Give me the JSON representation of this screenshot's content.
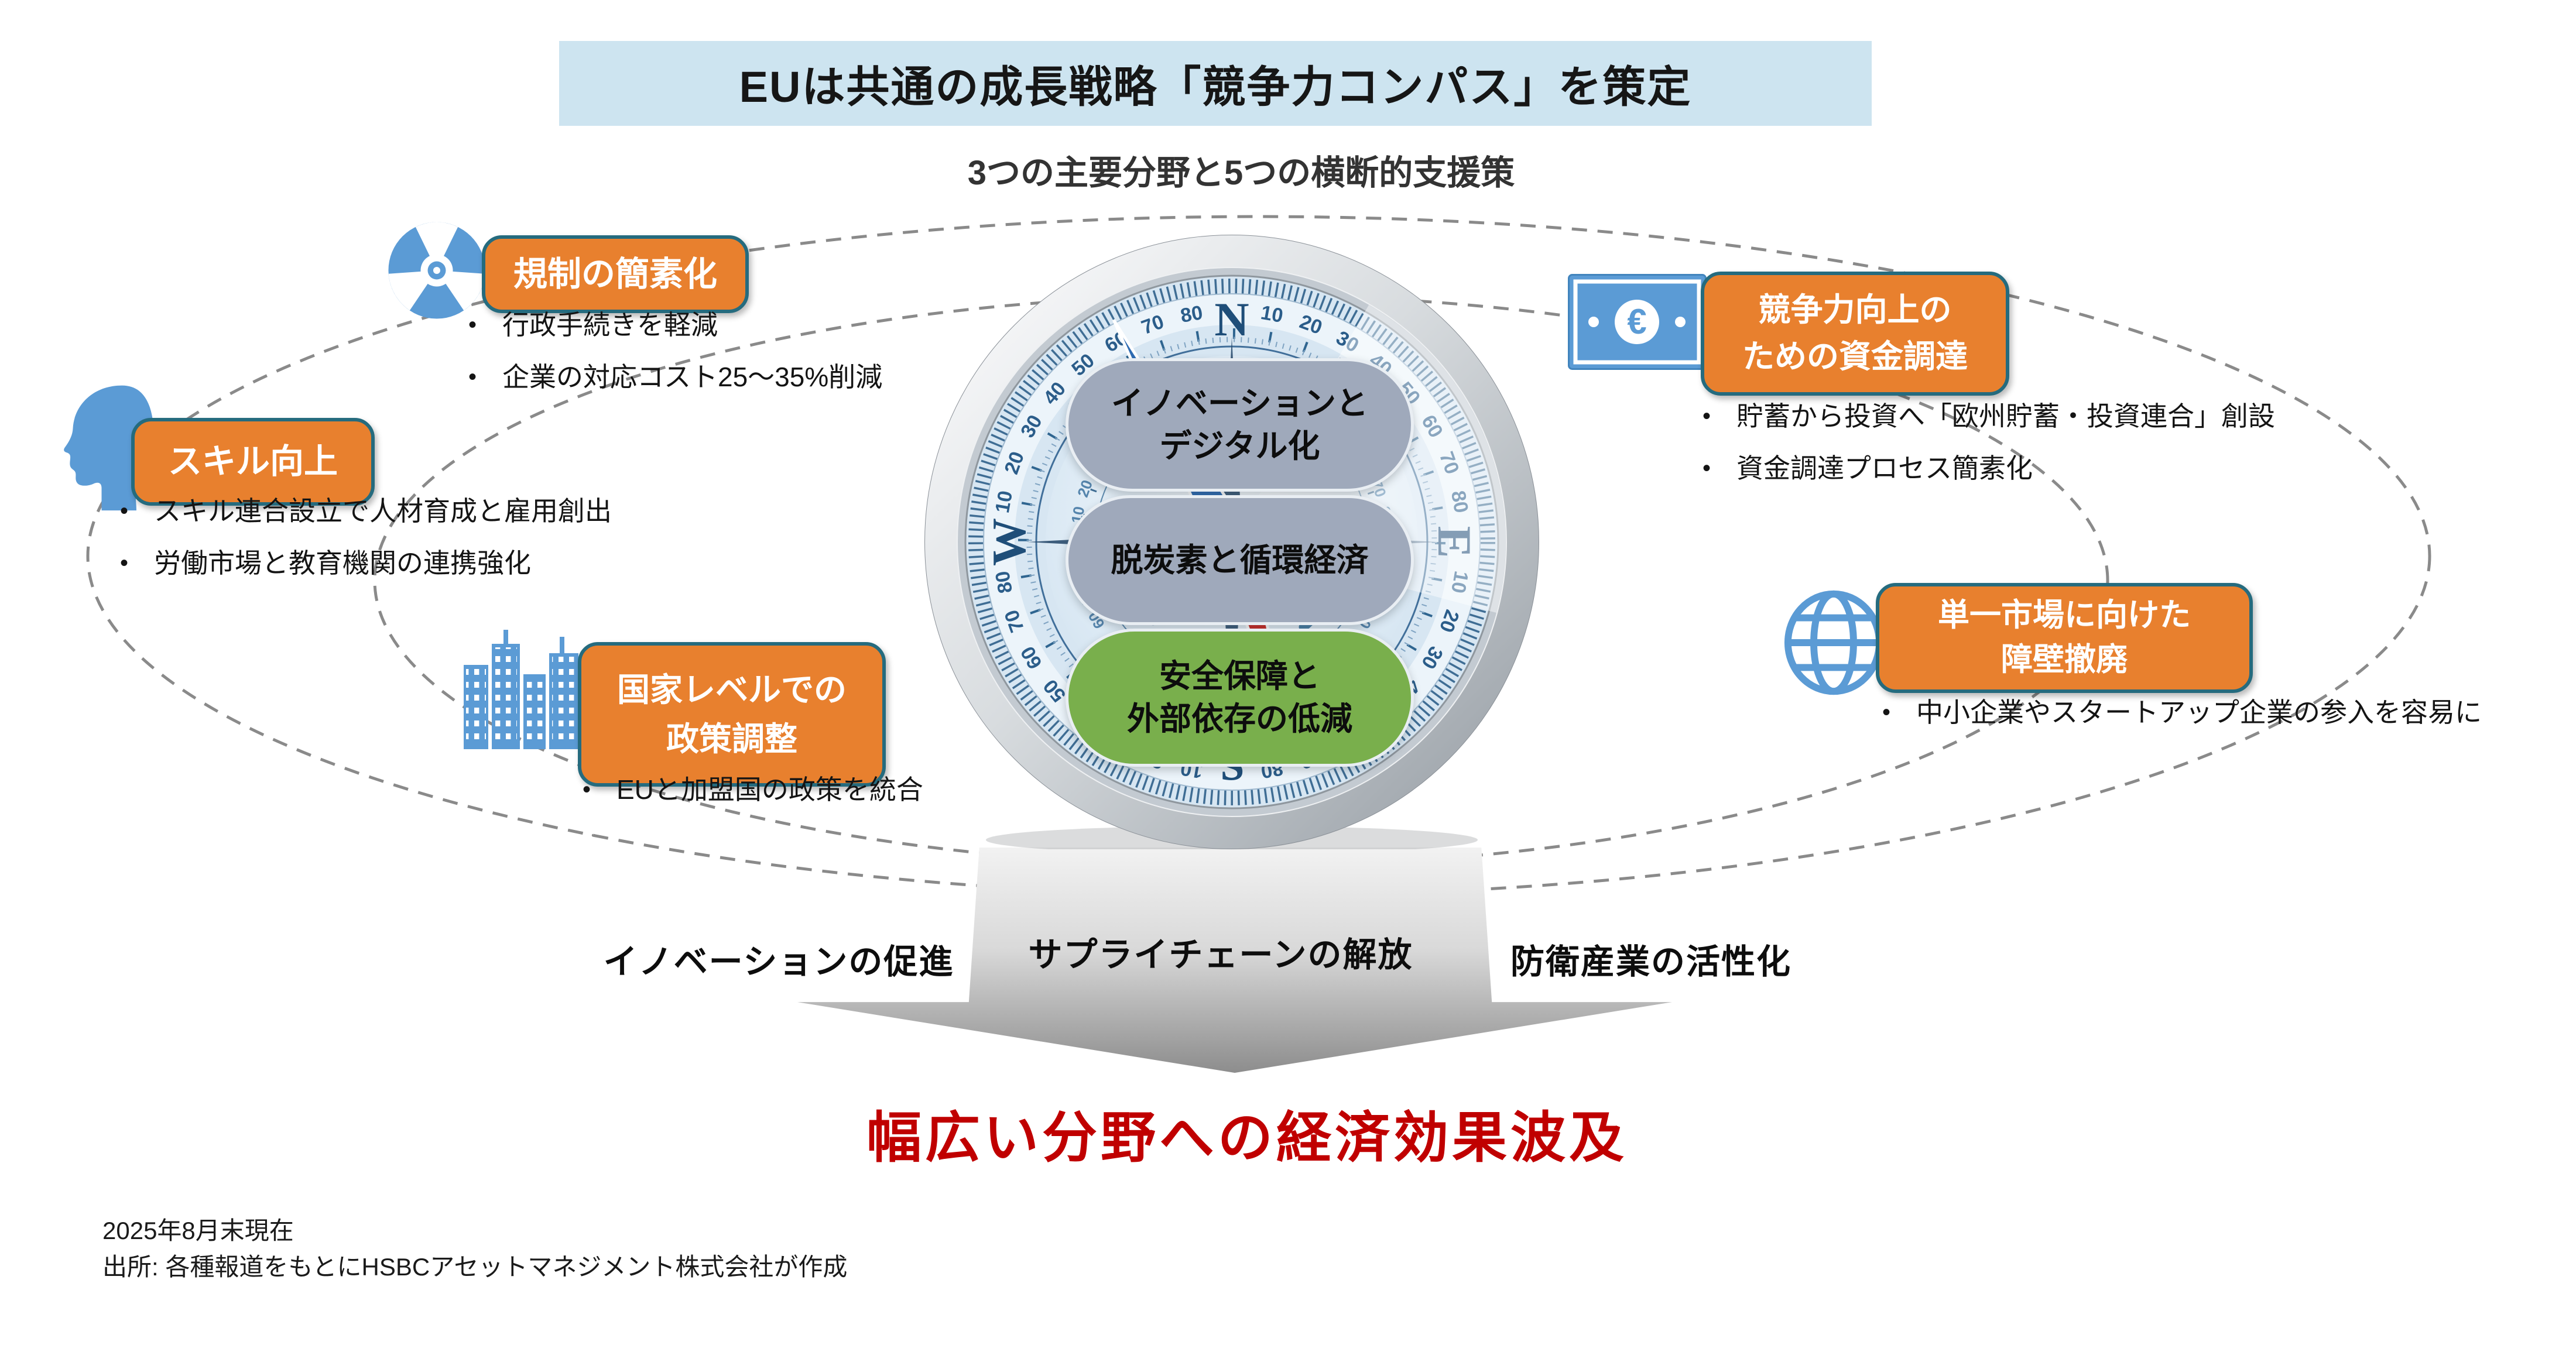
{
  "title": "EUは共通の成長戦略「競争力コンパス」を策定",
  "subtitle": "3つの主要分野と5つの横断的支援策",
  "ui": {
    "bullet_char": "•"
  },
  "colors": {
    "title_bg": "#cde4f0",
    "accent_orange": "#e8802e",
    "box_border_teal": "#256b7e",
    "icon_blue": "#5b9bd5",
    "pill_gray": "#9fa9bb",
    "pill_green": "#79af4c",
    "dial_navy": "#1f4e79",
    "impact_red": "#c00000"
  },
  "compass": {
    "cardinals": {
      "north": "N",
      "east": "E",
      "south": "S",
      "west": "W"
    },
    "dial_numbers": [
      10,
      20,
      30,
      40,
      50,
      60,
      70,
      80
    ],
    "pillars": [
      {
        "color": "gray",
        "lines": [
          "イノベーションと",
          "デジタル化"
        ]
      },
      {
        "color": "gray",
        "lines": [
          "脱炭素と循環経済",
          ""
        ]
      },
      {
        "color": "green",
        "lines": [
          "安全保障と",
          "外部依存の低減"
        ]
      }
    ]
  },
  "measures": [
    {
      "icon": "turbine-icon",
      "label_lines": [
        "規制の簡素化",
        ""
      ],
      "bullets": [
        "行政手続きを軽減",
        "企業の対応コスト25～35%削減"
      ]
    },
    {
      "icon": "head-profile-icon",
      "label_lines": [
        "スキル向上",
        ""
      ],
      "bullets": [
        "スキル連合設立で人材育成と雇用創出",
        "労働市場と教育機関の連携強化"
      ]
    },
    {
      "icon": "buildings-icon",
      "label_lines": [
        "国家レベルでの",
        "政策調整"
      ],
      "bullets": [
        "EUと加盟国の政策を統合"
      ]
    },
    {
      "icon": "euro-banknote-icon",
      "label_lines": [
        "競争力向上の",
        "ための資金調達"
      ],
      "bullets": [
        "貯蓄から投資へ「欧州貯蓄・投資連合」創設",
        "資金調達プロセス簡素化"
      ]
    },
    {
      "icon": "globe-icon",
      "label_lines": [
        "単一市場に向けた",
        "障壁撤廃"
      ],
      "bullets": [
        "中小企業やスタートアップ企業の参入を容易に"
      ]
    }
  ],
  "outcomes": [
    "イノベーションの促進",
    "サプライチェーンの解放",
    "防衛産業の活性化"
  ],
  "impact": "幅広い分野への経済効果波及",
  "footer": {
    "as_of": "2025年8月末現在",
    "source": "出所: 各種報道をもとにHSBCアセットマネジメント株式会社が作成"
  }
}
